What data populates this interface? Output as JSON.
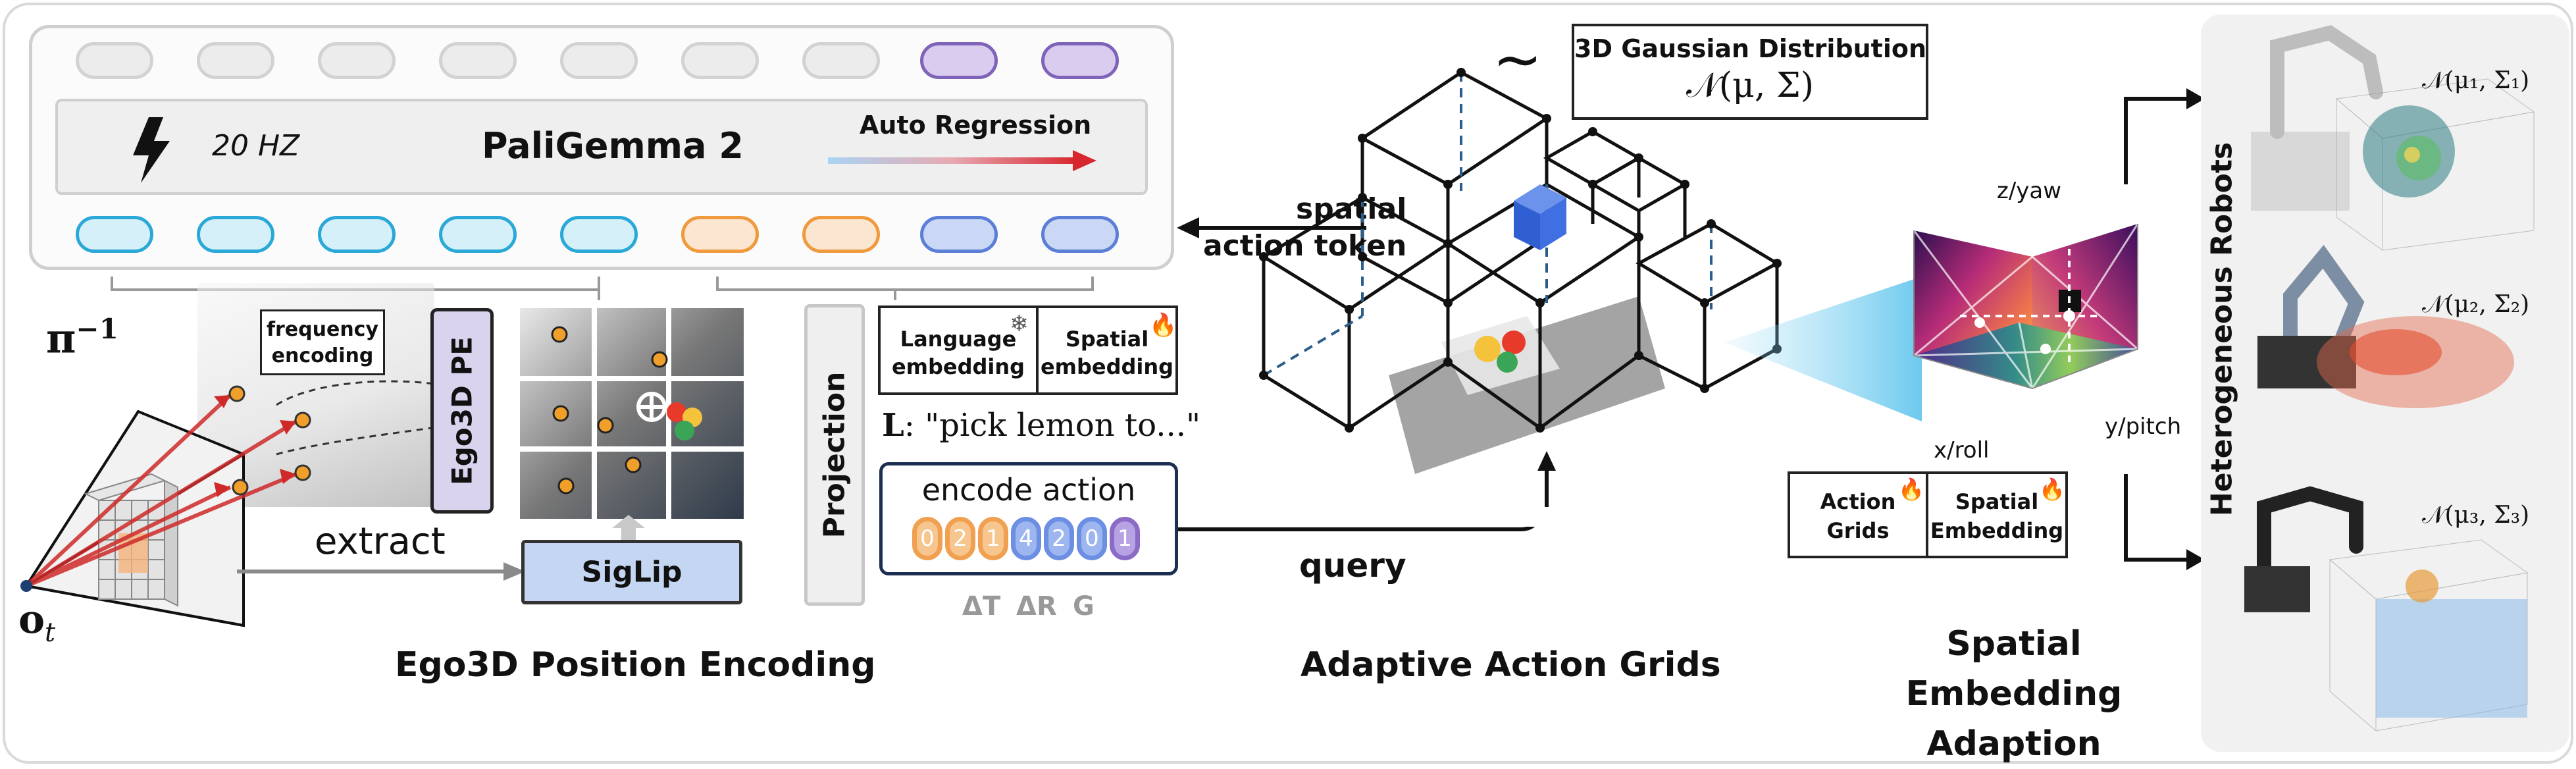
{
  "llm": {
    "frequency": "20 HZ",
    "model_name": "PaliGemma 2",
    "auto_regression": "Auto Regression"
  },
  "inverse_projection": {
    "label": "π",
    "superscript": "−1",
    "frequency_encoding": "frequency\nencoding",
    "ego3d_pe": "Ego3D PE",
    "extract": "extract",
    "observation": "o",
    "observation_sub": "t",
    "section_title": "Ego3D Position Encoding"
  },
  "vision": {
    "encoder": "SigLip",
    "projection": "Projection"
  },
  "embeddings": {
    "language": "Language\nembedding",
    "spatial": "Spatial\nembedding",
    "instruction_prefix": "L",
    "instruction": ": \"pick lemon to...\"",
    "encode_action": "encode action",
    "action_tokens": [
      "0",
      "2",
      "1",
      "4",
      "2",
      "0",
      "1"
    ],
    "delta_t": "ΔT",
    "delta_r": "ΔR",
    "gripper": "G"
  },
  "action_grids": {
    "spatial_token": "spatial\naction token",
    "gaussian_title": "3D Gaussian Distribution",
    "gaussian_formula": "𝒩(μ, Σ)",
    "tilde": "∼",
    "query": "query",
    "section_title": "Adaptive Action Grids"
  },
  "spatial_adaption": {
    "axis_z": "z/yaw",
    "axis_x": "x/roll",
    "axis_y": "y/pitch",
    "action_grids": "Action\nGrids",
    "spatial_embedding": "Spatial\nEmbedding",
    "section_title": "Spatial Embedding\nAdaption"
  },
  "robots": {
    "title": "Heterogeneous Robots",
    "dist_1": "𝒩(μ₁, Σ₁)",
    "dist_2": "𝒩(μ₂, Σ₂)",
    "dist_3": "𝒩(μ₃, Σ₃)"
  },
  "colors": {
    "cyan": "#2aa8d8",
    "orange": "#ef9a3d",
    "blue": "#5b7ed6",
    "purple": "#7e63b8",
    "red_arrow": "#cf2a2a",
    "cube_blue": "#3f6fe0"
  }
}
